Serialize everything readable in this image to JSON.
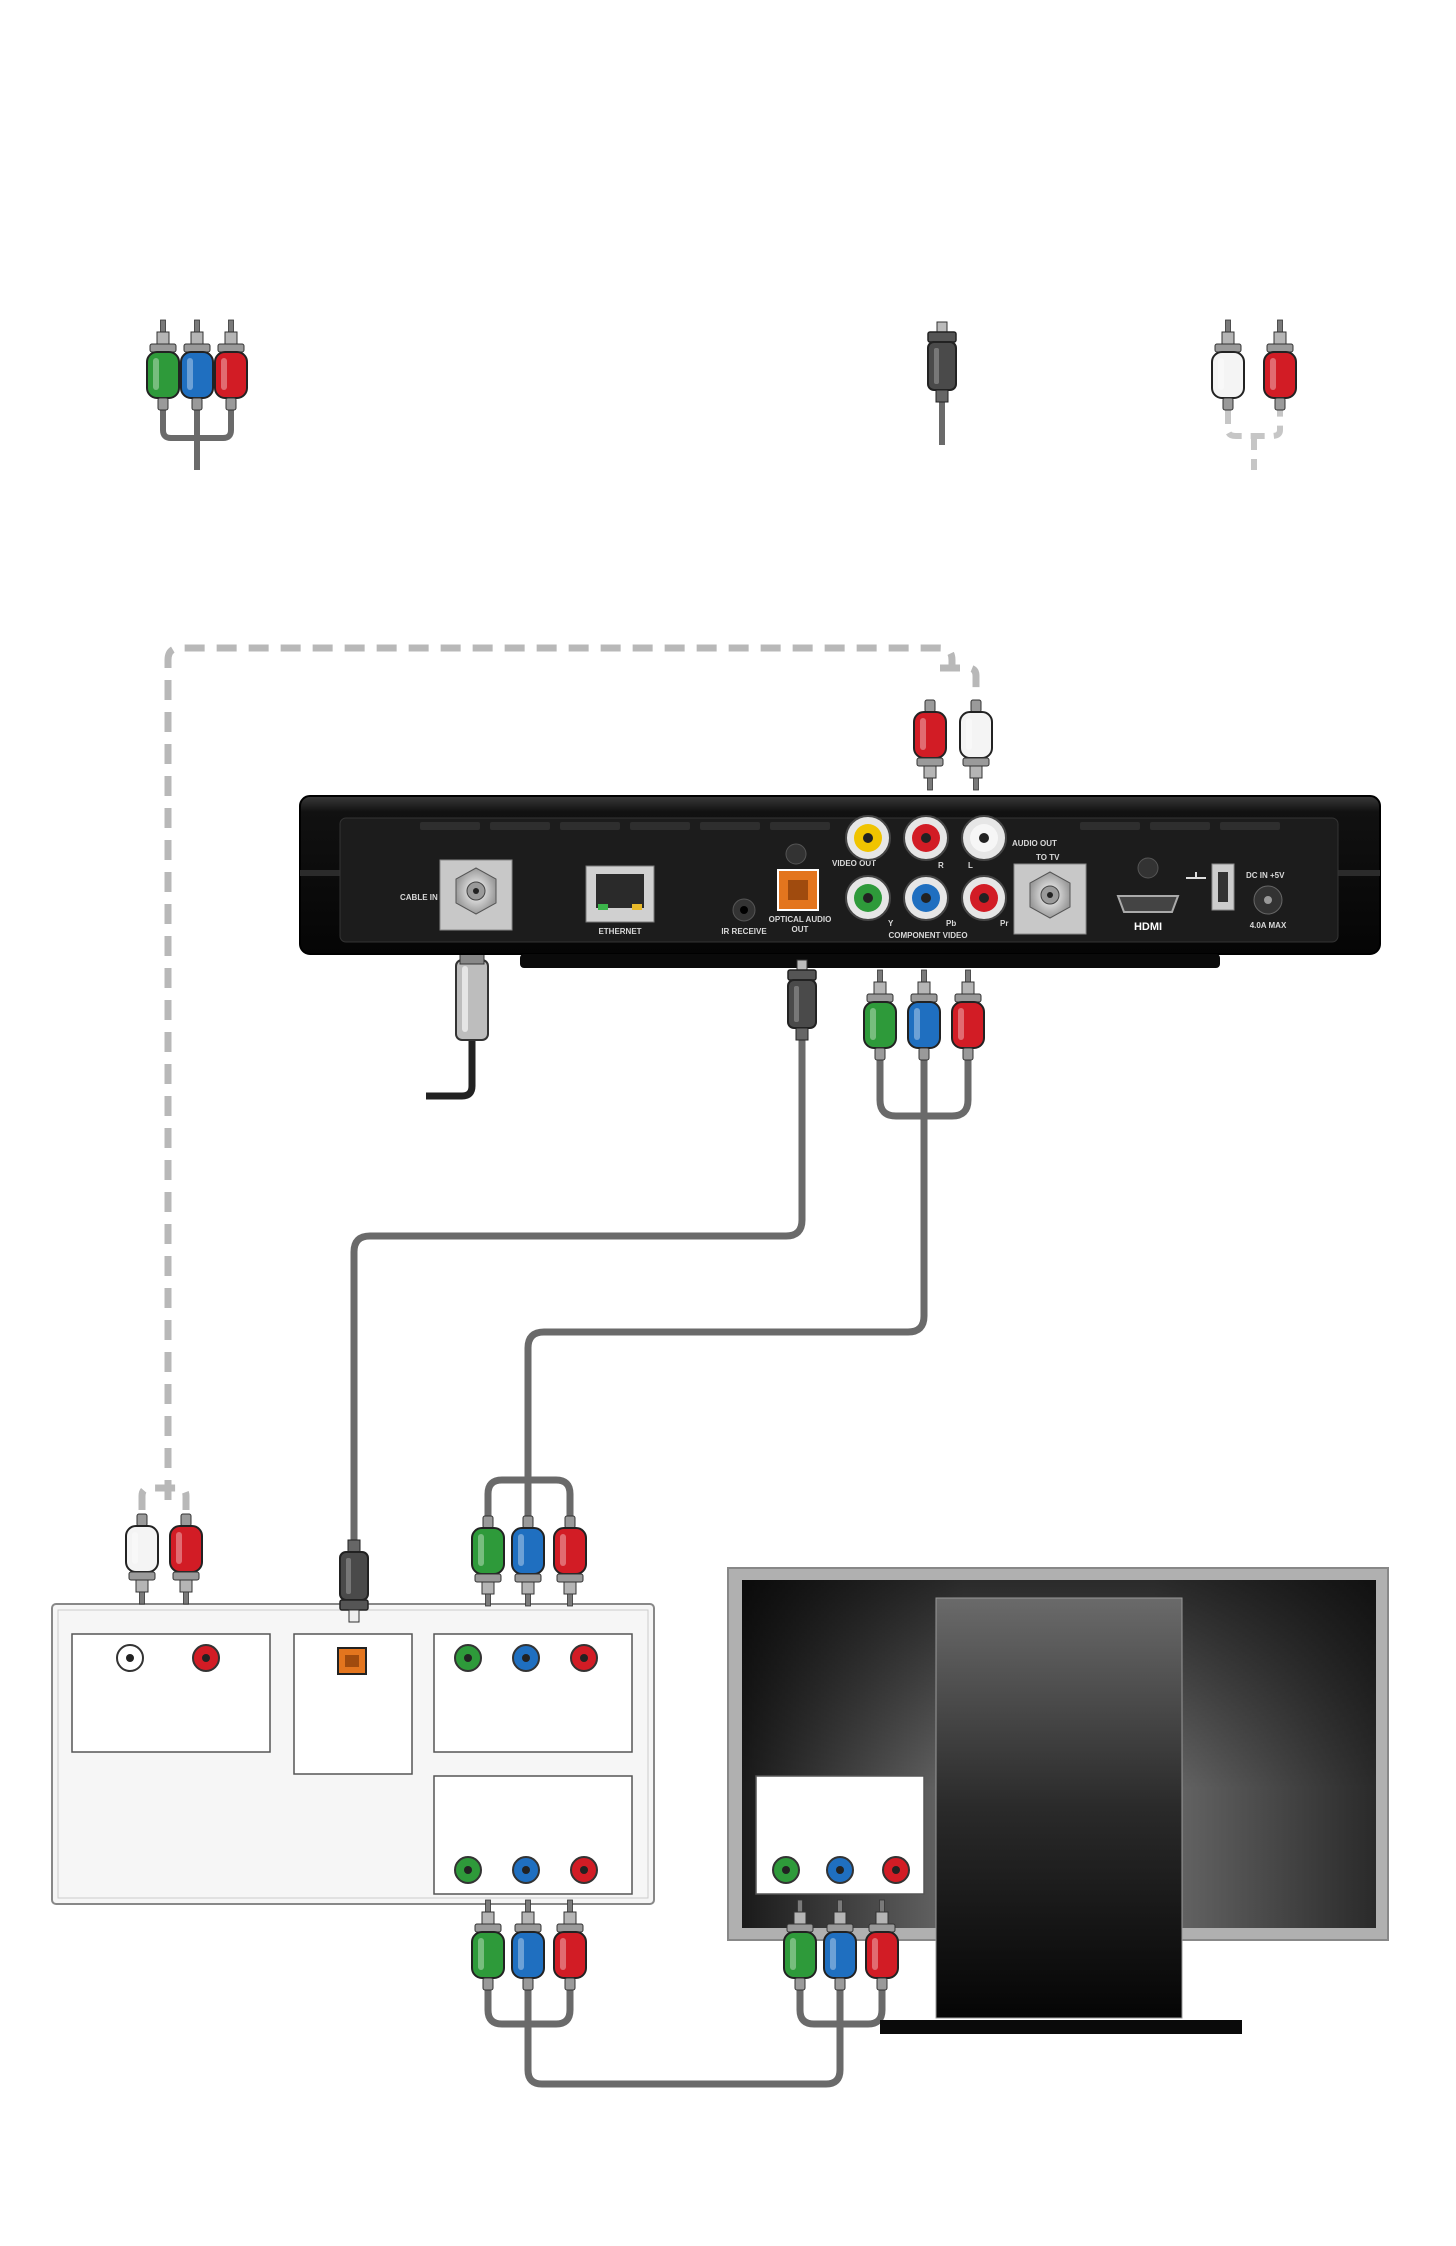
{
  "colors": {
    "green": "#2e9a3a",
    "blue": "#1f6fc0",
    "red": "#d21c25",
    "white": "#f4f4f4",
    "yellow": "#f0c400",
    "optical_orange": "#e3751e",
    "cable_gray": "#6a6a6a",
    "dashed_cable": "#b8b8b8",
    "box_body": "#151515",
    "receiver_body": "#f6f6f6",
    "tv_frame": "#b0b0b0"
  },
  "legend": {
    "component_cable_icon": "component-video-cable-icon",
    "optical_cable_icon": "optical-audio-cable-icon",
    "analog_audio_cable_icon": "analog-audio-cable-icon"
  },
  "set_top_box": {
    "labels": {
      "cable_in": "CABLE IN",
      "ethernet": "ETHERNET",
      "ir_receive": "IR RECEIVE",
      "optical_audio_out_line1": "OPTICAL AUDIO",
      "optical_audio_out_line2": "OUT",
      "video_out": "VIDEO OUT",
      "audio_out": "AUDIO OUT",
      "audio_r": "R",
      "audio_l": "L",
      "to_tv": "TO TV",
      "component_video": "COMPONENT VIDEO",
      "comp_y": "Y",
      "comp_pb": "Pb",
      "comp_pr": "Pr",
      "hdmi": "HDMI",
      "dc_in": "DC IN +5V",
      "max_current": "4.0A MAX"
    }
  },
  "receiver": {
    "inputs": [
      "audio-in-left-jack",
      "audio-in-right-jack",
      "optical-in-jack",
      "component-in-jacks",
      "component-out-jacks"
    ]
  },
  "tv": {
    "inputs": [
      "component-in-jacks"
    ]
  }
}
